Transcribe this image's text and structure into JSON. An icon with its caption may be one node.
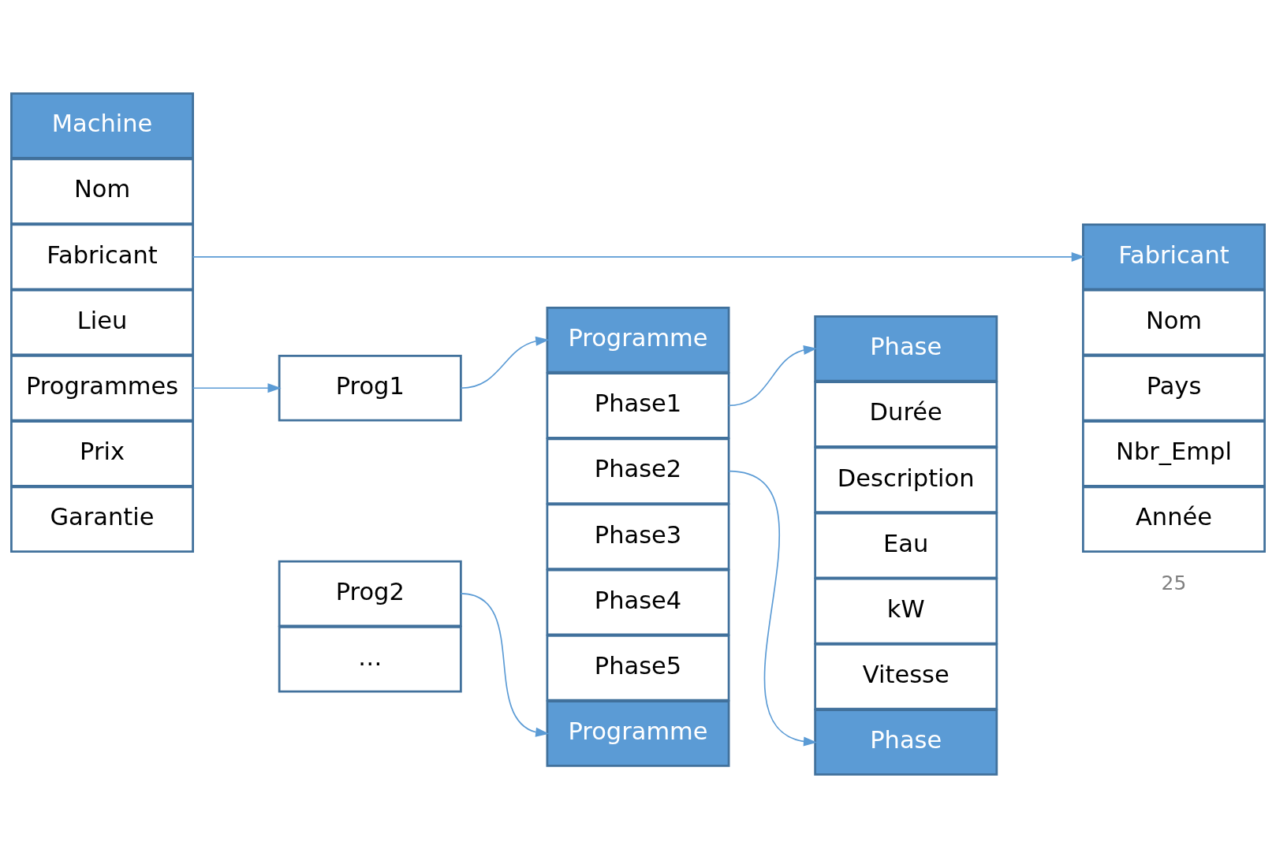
{
  "diagram": {
    "nodes": [
      {
        "text": [
          "Machine"
        ]
      },
      {
        "text": [
          "Nom"
        ]
      },
      {
        "text": [
          "Fabricant"
        ]
      },
      {
        "text": [
          "Lieu"
        ]
      },
      {
        "text": [
          "Programmes"
        ]
      },
      {
        "text": [
          "Prix"
        ]
      },
      {
        "text": [
          "Garantie"
        ]
      },
      {
        "text": [
          "Prog1"
        ]
      },
      {
        "text": [
          "Prog2"
        ]
      },
      {
        "text": [
          "…"
        ]
      },
      {
        "text": [
          "Programme"
        ]
      },
      {
        "text": [
          "Phase1"
        ]
      },
      {
        "text": [
          "Phase2"
        ]
      },
      {
        "text": [
          "Phase3"
        ]
      },
      {
        "text": [
          "Phase4"
        ]
      },
      {
        "text": [
          "Phase5"
        ]
      },
      {
        "text": [
          "Programme"
        ]
      },
      {
        "text": [
          "Phase"
        ]
      },
      {
        "text": [
          "Durée"
        ]
      },
      {
        "text": [
          "Description"
        ]
      },
      {
        "text": [
          "Eau"
        ]
      },
      {
        "text": [
          "kW"
        ]
      },
      {
        "text": [
          "Vitesse"
        ]
      },
      {
        "text": [
          "Phase"
        ]
      },
      {
        "text": [
          "Fabricant"
        ]
      },
      {
        "text": [
          "Nom"
        ]
      },
      {
        "text": [
          "Pays"
        ]
      },
      {
        "text": [
          "Nbr_Empl"
        ]
      },
      {
        "text": [
          "Année"
        ]
      }
    ],
    "edges": [
      {
        "from": 2,
        "to": 24,
        "arrow": "to"
      },
      {
        "from": 4,
        "to": 7,
        "arrow": "to"
      },
      {
        "from": 7,
        "to": 10,
        "arrow": "to"
      },
      {
        "from": 8,
        "to": 16,
        "arrow": "to"
      },
      {
        "from": 11,
        "to": 17,
        "arrow": "to"
      },
      {
        "from": 12,
        "to": 23,
        "arrow": "to"
      }
    ],
    "labels": [
      "25"
    ]
  }
}
